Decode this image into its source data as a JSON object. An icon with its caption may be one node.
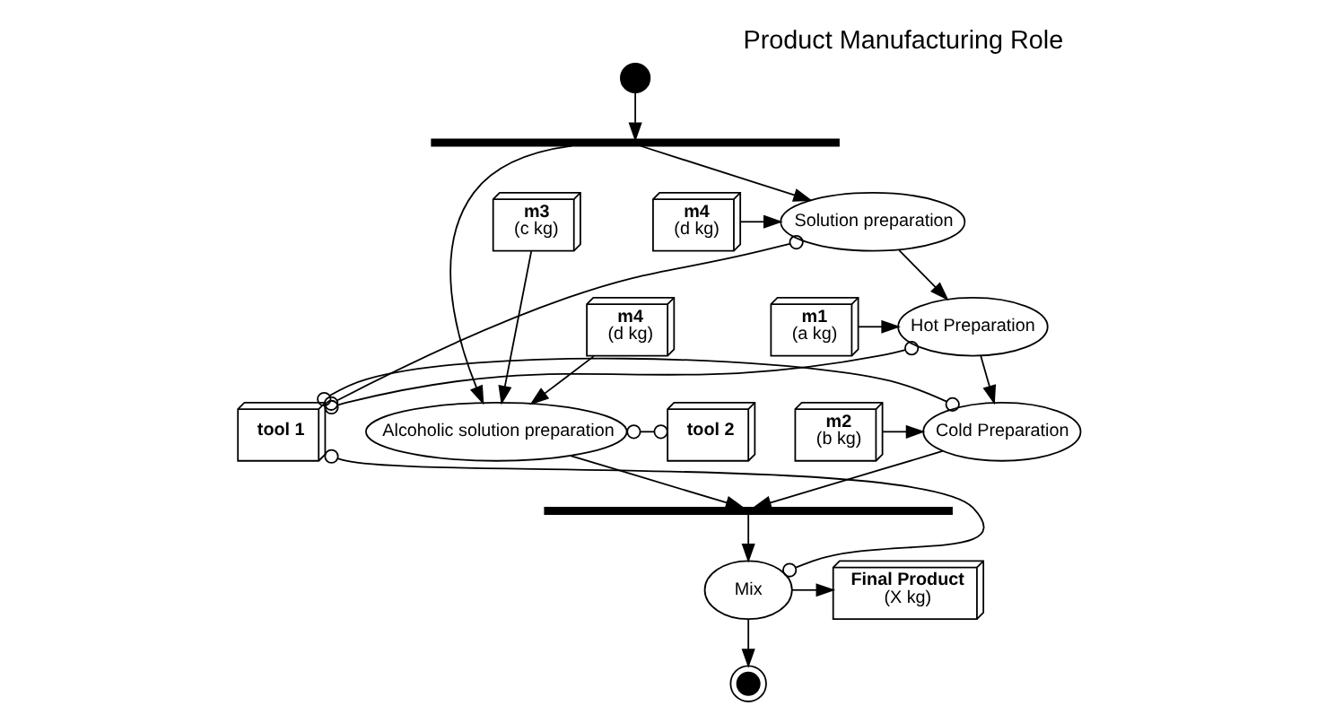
{
  "diagram": {
    "title": "Product Manufacturing Role",
    "nodes": [
      {
        "text": [],
        "shape": "circle"
      },
      {
        "text": [],
        "shape": "bar"
      },
      {
        "text": [
          "m4",
          "(d kg)"
        ]
      },
      {
        "text": [
          "Solution preparation"
        ]
      },
      {
        "text": [
          "m1",
          "(a kg)"
        ]
      },
      {
        "text": [
          "Hot Preparation"
        ]
      },
      {
        "text": [
          "m2",
          "(b kg)"
        ]
      },
      {
        "text": [
          "Cold Preparation"
        ]
      },
      {
        "text": [
          "m3",
          "(c kg)"
        ]
      },
      {
        "text": [
          "m4",
          "(d kg)"
        ]
      },
      {
        "text": [
          "Alcoholic solution preparation"
        ]
      },
      {
        "text": [
          "tool 1"
        ]
      },
      {
        "text": [
          "tool 2"
        ]
      },
      {
        "text": [],
        "shape": "bar"
      },
      {
        "text": [
          "Mix"
        ]
      },
      {
        "text": [
          "Final Product",
          "(X kg)"
        ]
      },
      {
        "text": [],
        "shape": "circle"
      }
    ],
    "edges": [
      {
        "from": 0,
        "to": 1,
        "arrow": "to"
      },
      {
        "from": 1,
        "to": 3,
        "arrow": "to"
      },
      {
        "from": 1,
        "to": 10,
        "arrow": "to"
      },
      {
        "from": 2,
        "to": 3,
        "arrow": "to"
      },
      {
        "from": 3,
        "to": 5,
        "arrow": "to"
      },
      {
        "from": 4,
        "to": 5,
        "arrow": "to"
      },
      {
        "from": 5,
        "to": 7,
        "arrow": "to"
      },
      {
        "from": 6,
        "to": 7,
        "arrow": "to"
      },
      {
        "from": 8,
        "to": 10,
        "arrow": "to"
      },
      {
        "from": 9,
        "to": 10,
        "arrow": "to"
      },
      {
        "from": 3,
        "to": 11,
        "arrow": "other"
      },
      {
        "from": 5,
        "to": 11,
        "arrow": "other"
      },
      {
        "from": 7,
        "to": 11,
        "arrow": "other"
      },
      {
        "from": 10,
        "to": 12,
        "arrow": "other"
      },
      {
        "from": 7,
        "to": 13,
        "arrow": "to"
      },
      {
        "from": 10,
        "to": 13,
        "arrow": "to"
      },
      {
        "from": 11,
        "to": 14,
        "arrow": "other"
      },
      {
        "from": 13,
        "to": 14,
        "arrow": "to"
      },
      {
        "from": 14,
        "to": 15,
        "arrow": "to"
      },
      {
        "from": 14,
        "to": 16,
        "arrow": "to"
      }
    ]
  }
}
